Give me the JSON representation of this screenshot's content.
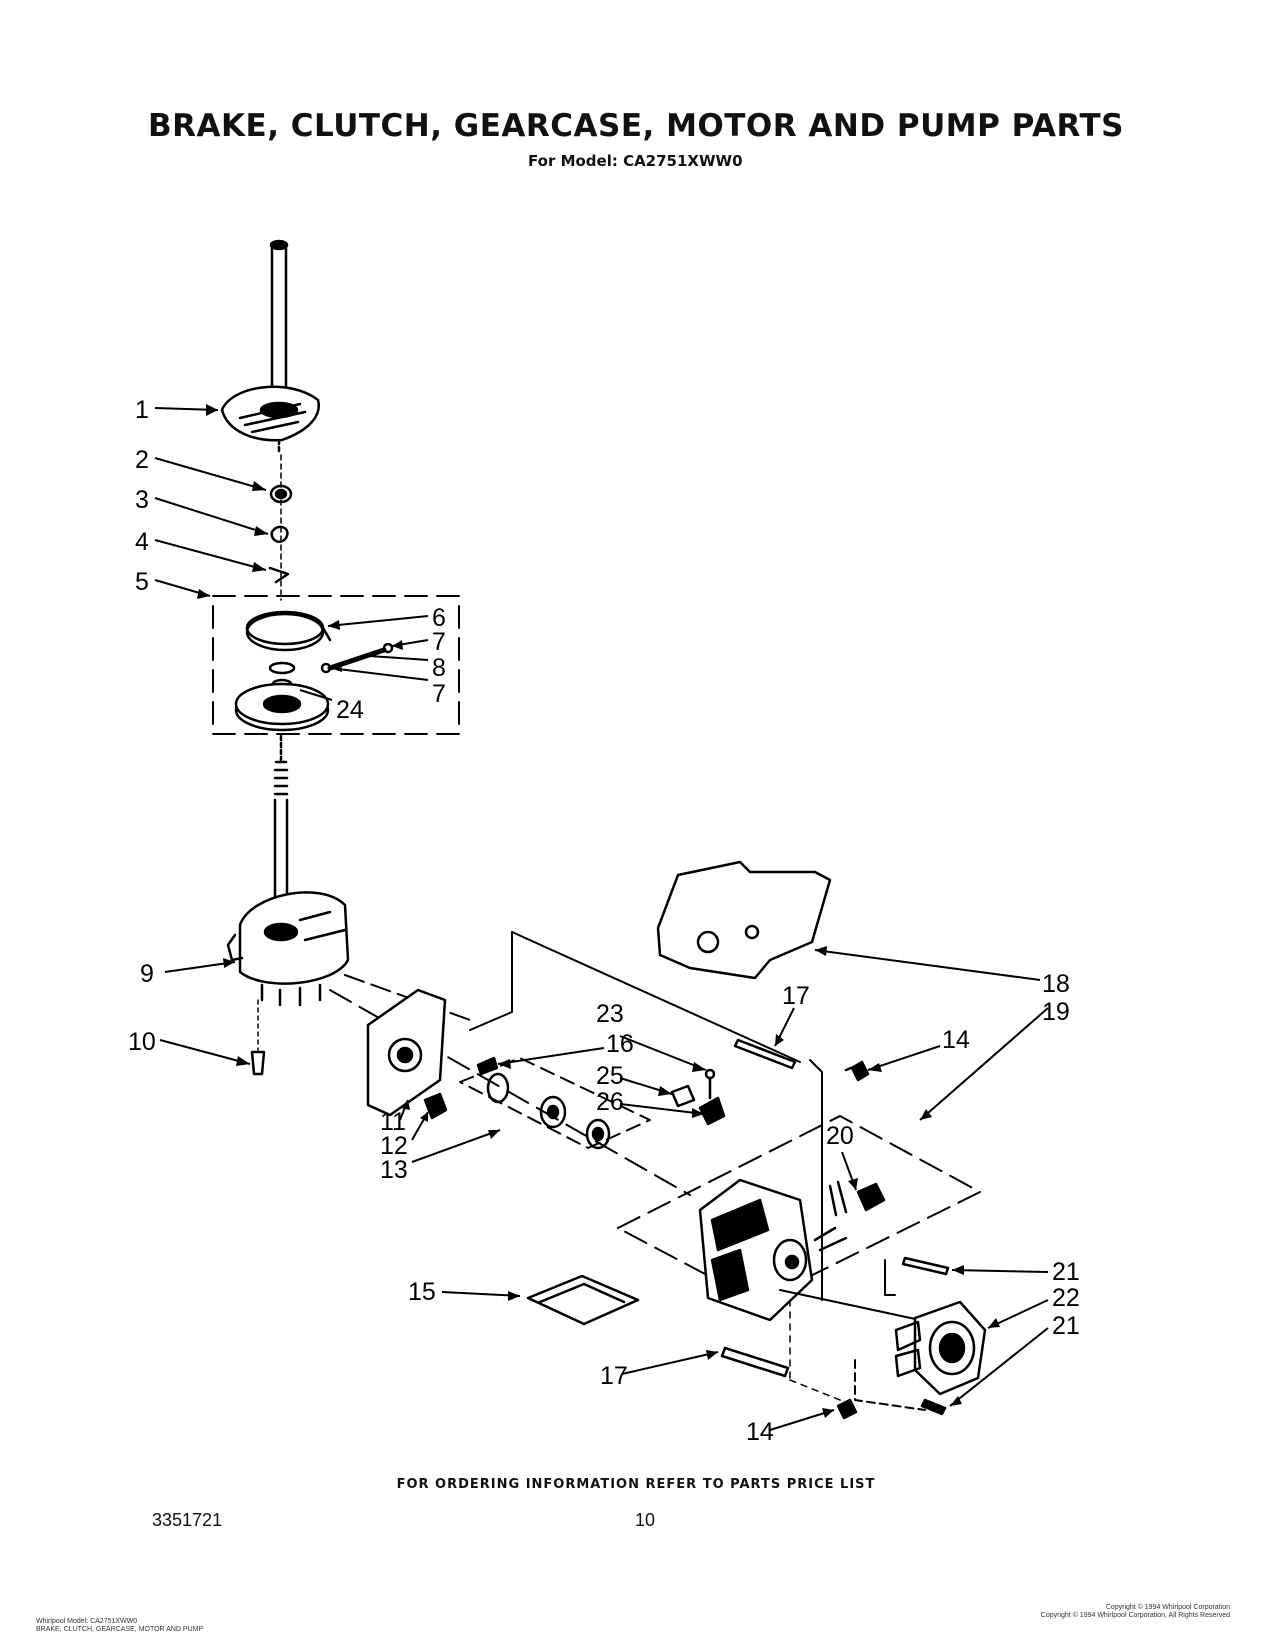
{
  "header": {
    "title": "BRAKE, CLUTCH, GEARCASE, MOTOR AND PUMP PARTS",
    "model": "For Model: CA2751XWW0"
  },
  "labels": {
    "l1": "1",
    "l2": "2",
    "l3": "3",
    "l4": "4",
    "l5": "5",
    "l6": "6",
    "l7a": "7",
    "l8": "8",
    "l7b": "7",
    "l24": "24",
    "l9": "9",
    "l10": "10",
    "l11": "11",
    "l12": "12",
    "l13": "13",
    "l23": "23",
    "l16": "16",
    "l25": "25",
    "l26": "26",
    "l17a": "17",
    "l18": "18",
    "l19": "19",
    "l14a": "14",
    "l20": "20",
    "l15": "15",
    "l21a": "21",
    "l22": "22",
    "l21b": "21",
    "l17b": "17",
    "l14b": "14"
  },
  "footer": {
    "ordering_note": "FOR ORDERING INFORMATION REFER TO PARTS PRICE LIST",
    "doc_number": "3351721",
    "page_number": "10",
    "small_left_1": "Whirlpool Model: CA2751XWW0",
    "small_left_2": "BRAKE, CLUTCH, GEARCASE, MOTOR AND PUMP",
    "small_right_1": "Copyright © 1994 Whirlpool Corporation",
    "small_right_2": "Copyright © 1994 Whirlpool Corporation, All Rights Reserved"
  }
}
